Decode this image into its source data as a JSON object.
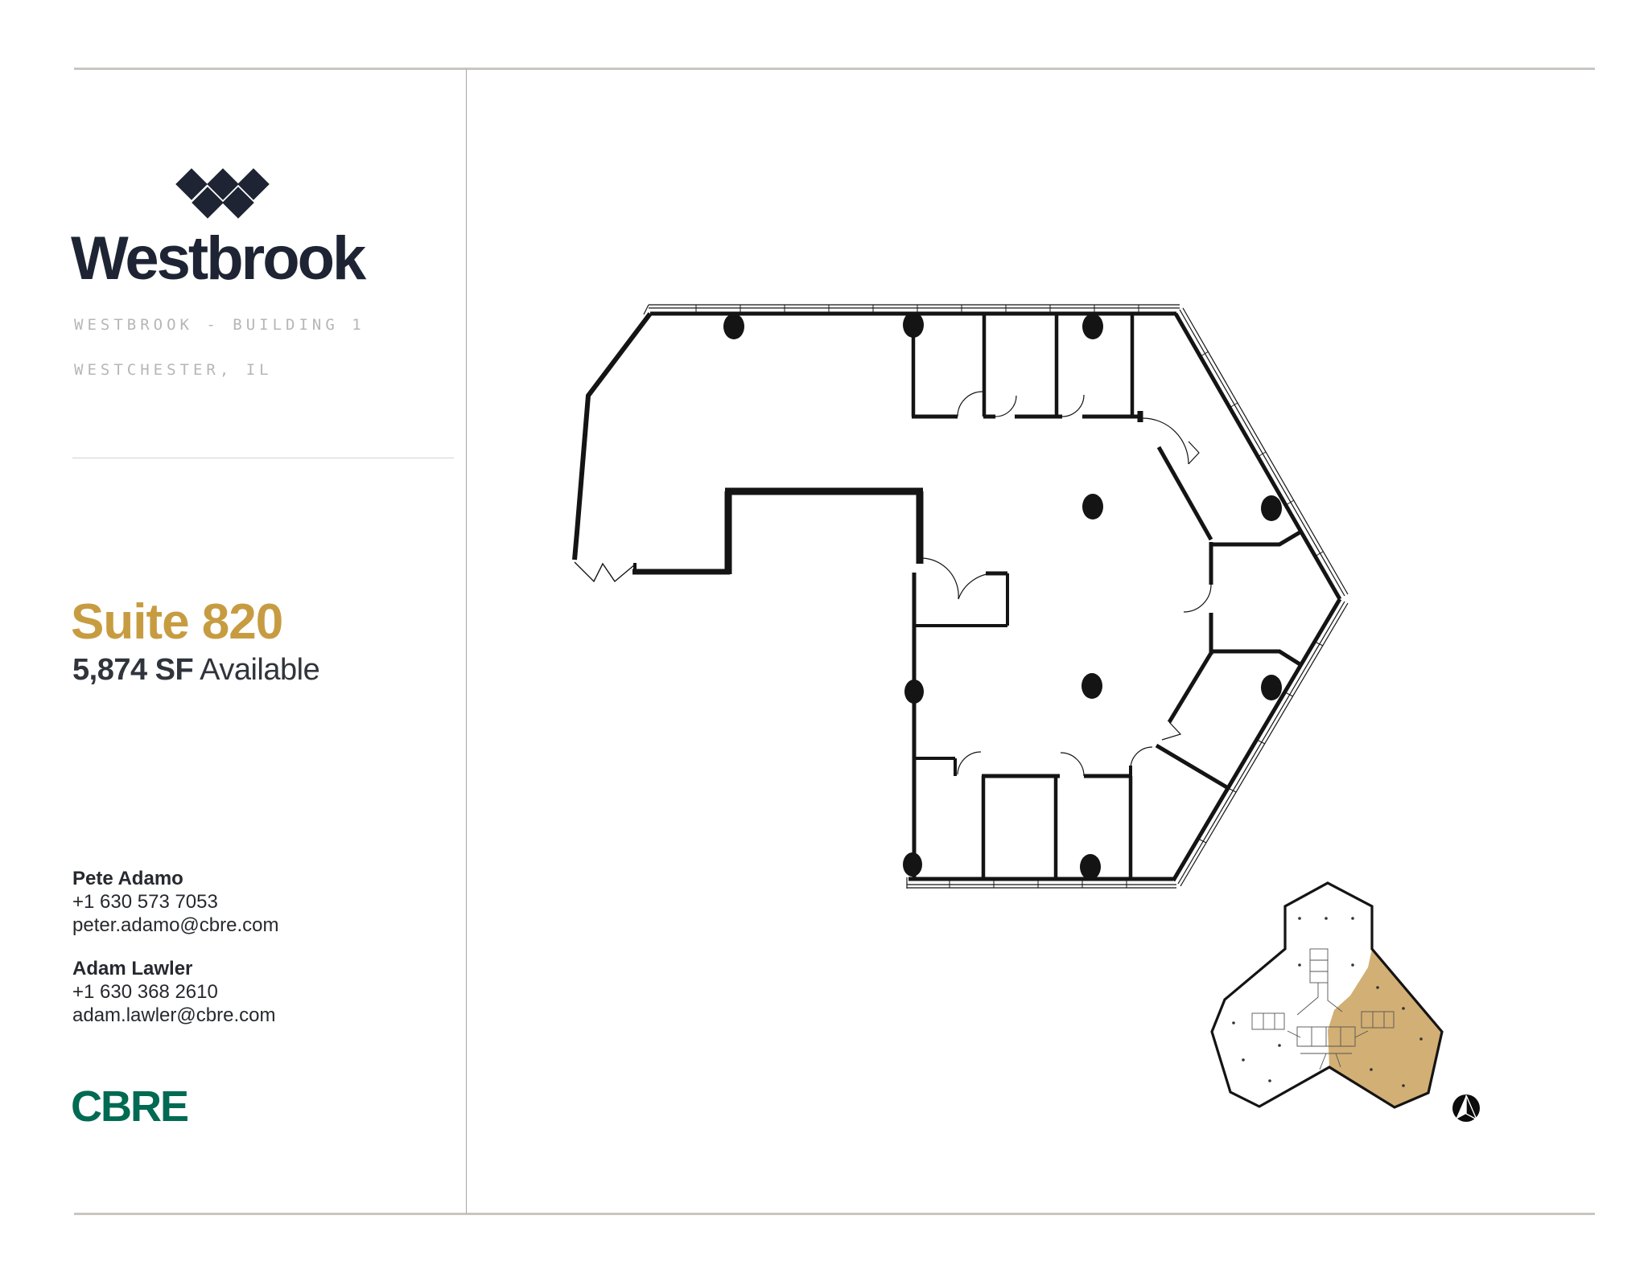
{
  "brand": {
    "logo_text": "Westbrook",
    "logo_color": "#1e2433",
    "building_line1": "WESTBROOK - BUILDING 1",
    "building_line2": "WESTCHESTER, IL"
  },
  "suite": {
    "title": "Suite 820",
    "title_color": "#c79c41",
    "size_bold": "5,874 SF",
    "size_rest": " Available"
  },
  "contacts": [
    {
      "name": "Pete Adamo",
      "phone": "+1 630 573 7053",
      "email": "peter.adamo@cbre.com"
    },
    {
      "name": "Adam Lawler",
      "phone": "+1 630 368 2610",
      "email": "adam.lawler@cbre.com"
    }
  ],
  "footer": {
    "cbre_logo": "CBRE",
    "cbre_color": "#006a52"
  },
  "floorplan": {
    "type": "office floor plan",
    "highlight_color": "#d2af74",
    "line_color": "#141414",
    "keyplan_highlighted_wing": "southeast",
    "north_arrow": "up"
  }
}
